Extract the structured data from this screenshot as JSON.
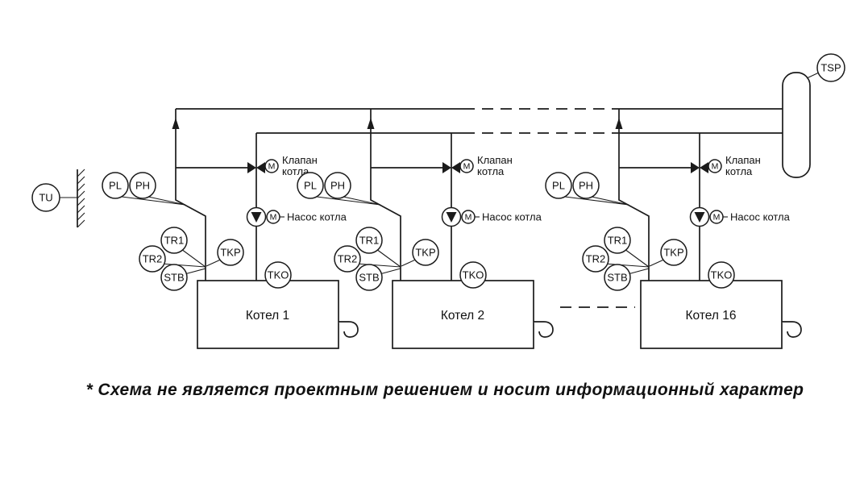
{
  "tu_label": "TU",
  "tsp_label": "TSP",
  "shared": {
    "valve_label_line1": "Клапан",
    "valve_label_line2": "котла",
    "pump_label": "Насос котла",
    "motor_label": "M"
  },
  "groups": [
    {
      "boiler_label": "Котел 1",
      "pl": "PL",
      "ph": "PH",
      "tr1": "TR1",
      "tr2": "TR2",
      "stb": "STB",
      "tkp": "TKP",
      "tko": "TKO"
    },
    {
      "boiler_label": "Котел 2",
      "pl": "PL",
      "ph": "PH",
      "tr1": "TR1",
      "tr2": "TR2",
      "stb": "STB",
      "tkp": "TKP",
      "tko": "TKO"
    },
    {
      "boiler_label": "Котел 16",
      "pl": "PL",
      "ph": "PH",
      "tr1": "TR1",
      "tr2": "TR2",
      "stb": "STB",
      "tkp": "TKP",
      "tko": "TKO"
    }
  ],
  "footnote": "* Схема не является проектным решением и носит информационный характер",
  "symbols": {
    "valve": "three-way-motor-valve-icon",
    "pump": "circulation-pump-icon",
    "motor": "motor-icon",
    "wall": "wall-hatch-icon",
    "separator": "hydraulic-separator-vessel",
    "flow_arrow": "flow-direction-arrow"
  }
}
